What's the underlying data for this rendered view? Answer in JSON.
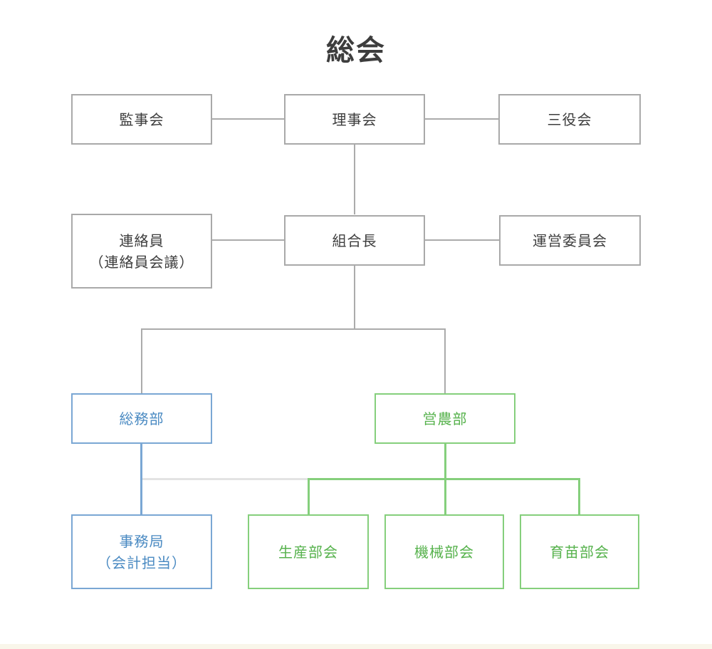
{
  "title": "総会",
  "colors": {
    "box_border_gray": "#a9a9a9",
    "text_dark": "#3d3d3d",
    "blue_border": "#7aa7d4",
    "blue_text": "#4a8ac2",
    "green_border": "#85cf7c",
    "green_text": "#56b24c",
    "connector_gray": "#ababab",
    "connector_light": "#e3e3e3",
    "footer_band": "#f9f6ea"
  },
  "nodes": {
    "kanjikai": {
      "label": "監事会"
    },
    "rijikai": {
      "label": "理事会"
    },
    "sanyakukai": {
      "label": "三役会"
    },
    "renrakuin": {
      "line1": "連絡員",
      "line2": "（連絡員会議）"
    },
    "kumiaicho": {
      "label": "組合長"
    },
    "uneiiinkai": {
      "label": "運営委員会"
    },
    "somubu": {
      "label": "総務部"
    },
    "einobu": {
      "label": "営農部"
    },
    "jimukyoku": {
      "line1": "事務局",
      "line2": "（会計担当）"
    },
    "seisanbukai": {
      "label": "生産部会"
    },
    "kikaibukai": {
      "label": "機械部会"
    },
    "ikubyobukai": {
      "label": "育苗部会"
    }
  }
}
